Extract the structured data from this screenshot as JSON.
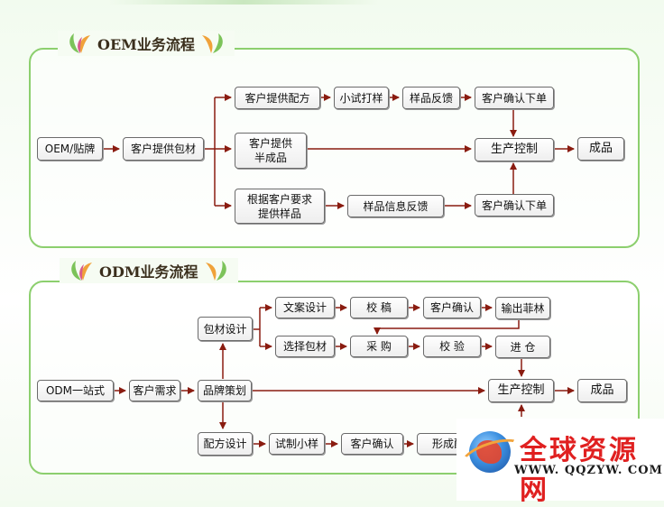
{
  "oem": {
    "title": "OEM业务流程",
    "nodes": {
      "start": "OEM/贴牌",
      "provide_material": "客户提供包材",
      "provide_formula": "客户提供配方",
      "trial_sample": "小试打样",
      "sample_feedback": "样品反馈",
      "confirm_order_1": "客户确认下单",
      "semi_finished": "客户提供\n半成品",
      "custom_sample": "根据客户要求\n提供样品",
      "sample_info_feedback": "样品信息反馈",
      "confirm_order_2": "客户确认下单",
      "production_control": "生产控制",
      "finished": "成品"
    }
  },
  "odm": {
    "title": "ODM业务流程",
    "nodes": {
      "start": "ODM一站式",
      "customer_needs": "客户需求",
      "brand_planning": "品牌策划",
      "packaging_design": "包材设计",
      "copy_design": "文案设计",
      "proofread": "校  稿",
      "customer_confirm_1": "客户确认",
      "output_film": "输出菲林",
      "select_packaging": "选择包材",
      "purchase": "采  购",
      "inspection": "校  验",
      "warehouse": "进  仓",
      "formula_design": "配方设计",
      "trial_sample": "试制小样",
      "customer_confirm_2": "客户确认",
      "form_formula": "形成配",
      "production_control": "生产控制",
      "finished": "成品"
    }
  },
  "watermark": {
    "name": "全球资源网",
    "url": "WWW. QQZYW. COM"
  },
  "colors": {
    "frame": "#8ccf6e",
    "arrow": "#8a1c10",
    "logo_red": "#e02020"
  }
}
